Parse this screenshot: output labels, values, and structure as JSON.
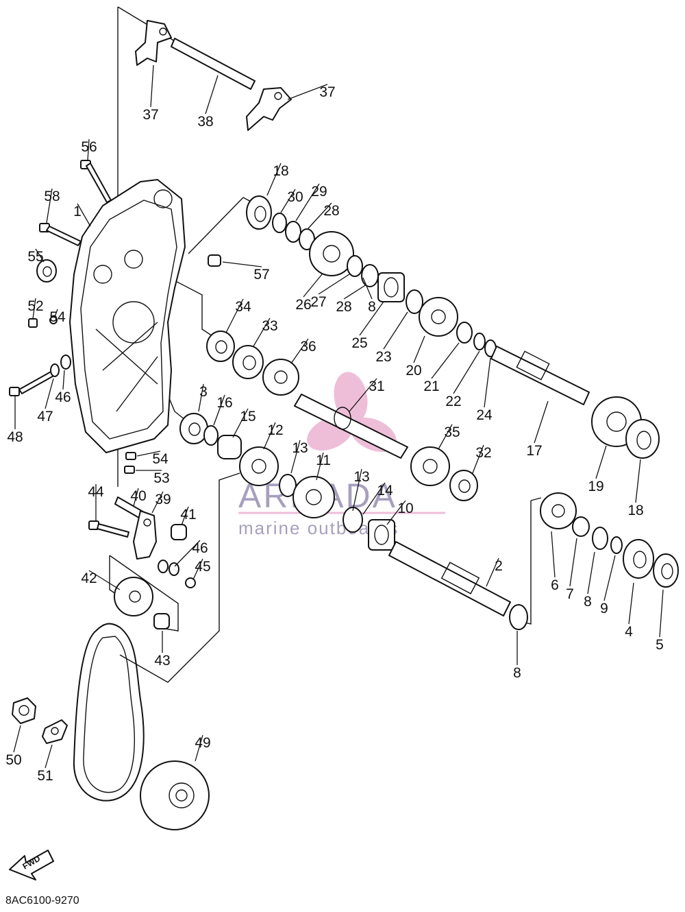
{
  "diagram_code": "8AC6100-9270",
  "fwd_label": "FWD",
  "watermark": {
    "brand": "ARMADA",
    "tagline": "marine outboards",
    "accent_color": "#e7a3c9",
    "text_color": "#8a7fa8"
  },
  "callouts": [
    "1",
    "2",
    "3",
    "4",
    "5",
    "6",
    "7",
    "8",
    "8",
    "8",
    "9",
    "10",
    "11",
    "12",
    "13",
    "13",
    "14",
    "15",
    "16",
    "17",
    "18",
    "18",
    "19",
    "20",
    "21",
    "22",
    "23",
    "24",
    "25",
    "26",
    "27",
    "28",
    "28",
    "29",
    "30",
    "31",
    "32",
    "33",
    "34",
    "35",
    "36",
    "37",
    "37",
    "38",
    "39",
    "40",
    "41",
    "42",
    "43",
    "44",
    "45",
    "46",
    "46",
    "47",
    "48",
    "49",
    "50",
    "51",
    "52",
    "53",
    "54",
    "54",
    "55",
    "56",
    "57",
    "58"
  ]
}
